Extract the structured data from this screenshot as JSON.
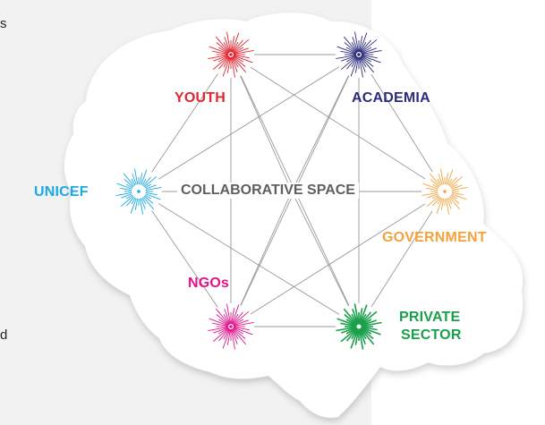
{
  "margin_text": {
    "top_fragment": "s",
    "bottom_fragment": "d"
  },
  "diagram": {
    "center_label": "COLLABORATIVE SPACE",
    "nodes": [
      {
        "id": "youth",
        "label": "YOUTH",
        "color": "#e4242f"
      },
      {
        "id": "academia",
        "label": "ACADEMIA",
        "color": "#2c2c7c"
      },
      {
        "id": "unicef",
        "label": "UNICEF",
        "color": "#1ba9e1"
      },
      {
        "id": "government",
        "label": "GOVERNMENT",
        "color": "#f3a23c"
      },
      {
        "id": "ngos",
        "label": "NGOs",
        "color": "#e2148b"
      },
      {
        "id": "private_sector",
        "label_line1": "PRIVATE",
        "label_line2": "SECTOR",
        "color": "#1aa04a"
      }
    ],
    "connector_color": "#9a9a9a",
    "brain_fill": "#ffffff"
  }
}
